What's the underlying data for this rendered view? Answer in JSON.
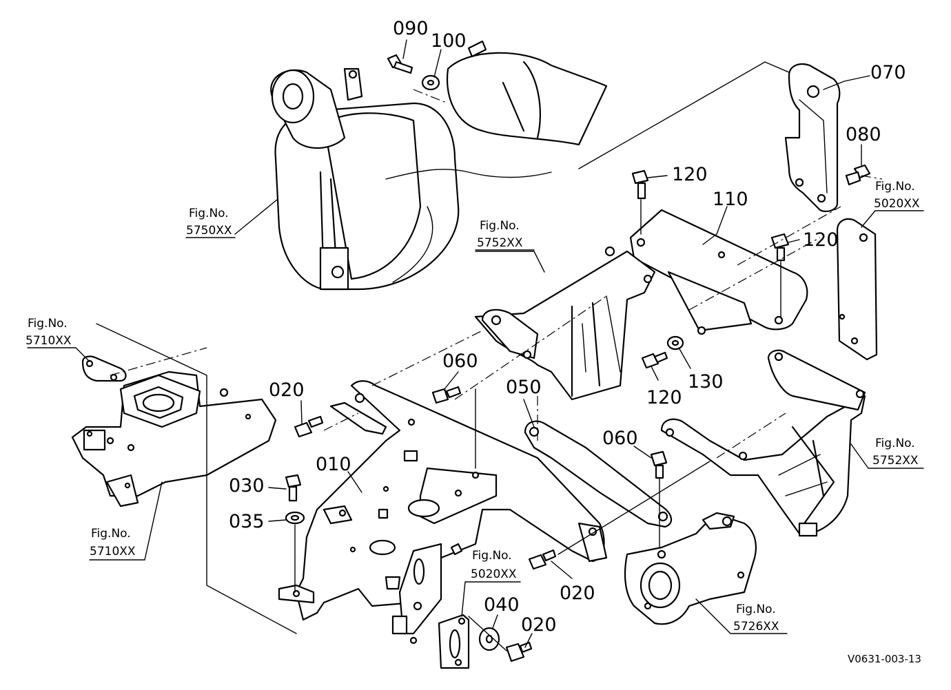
{
  "parts": [
    {
      "id": "p090",
      "number": "090"
    },
    {
      "id": "p100",
      "number": "100"
    },
    {
      "id": "p070",
      "number": "070"
    },
    {
      "id": "p080",
      "number": "080"
    },
    {
      "id": "p120a",
      "number": "120"
    },
    {
      "id": "p110",
      "number": "110"
    },
    {
      "id": "p120b",
      "number": "120"
    },
    {
      "id": "p130",
      "number": "130"
    },
    {
      "id": "p120c",
      "number": "120"
    },
    {
      "id": "p060a",
      "number": "060"
    },
    {
      "id": "p050",
      "number": "050"
    },
    {
      "id": "p020a",
      "number": "020"
    },
    {
      "id": "p010",
      "number": "010"
    },
    {
      "id": "p030",
      "number": "030"
    },
    {
      "id": "p035",
      "number": "035"
    },
    {
      "id": "p060b",
      "number": "060"
    },
    {
      "id": "p020b",
      "number": "020"
    },
    {
      "id": "p040",
      "number": "040"
    },
    {
      "id": "p020c",
      "number": "020"
    }
  ],
  "figure_refs": [
    {
      "id": "f5750",
      "label": "Fig.No.",
      "code": "5750XX"
    },
    {
      "id": "f5752a",
      "label": "Fig.No.",
      "code": "5752XX"
    },
    {
      "id": "f5020a",
      "label": "Fig.No.",
      "code": "5020XX"
    },
    {
      "id": "f5710a",
      "label": "Fig.No.",
      "code": "5710XX"
    },
    {
      "id": "f5752b",
      "label": "Fig.No.",
      "code": "5752XX"
    },
    {
      "id": "f5710b",
      "label": "Fig.No.",
      "code": "5710XX"
    },
    {
      "id": "f5020b",
      "label": "Fig.No.",
      "code": "5020XX"
    },
    {
      "id": "f5726",
      "label": "Fig.No.",
      "code": "5726XX"
    }
  ],
  "drawing_code": "V0631-003-13"
}
